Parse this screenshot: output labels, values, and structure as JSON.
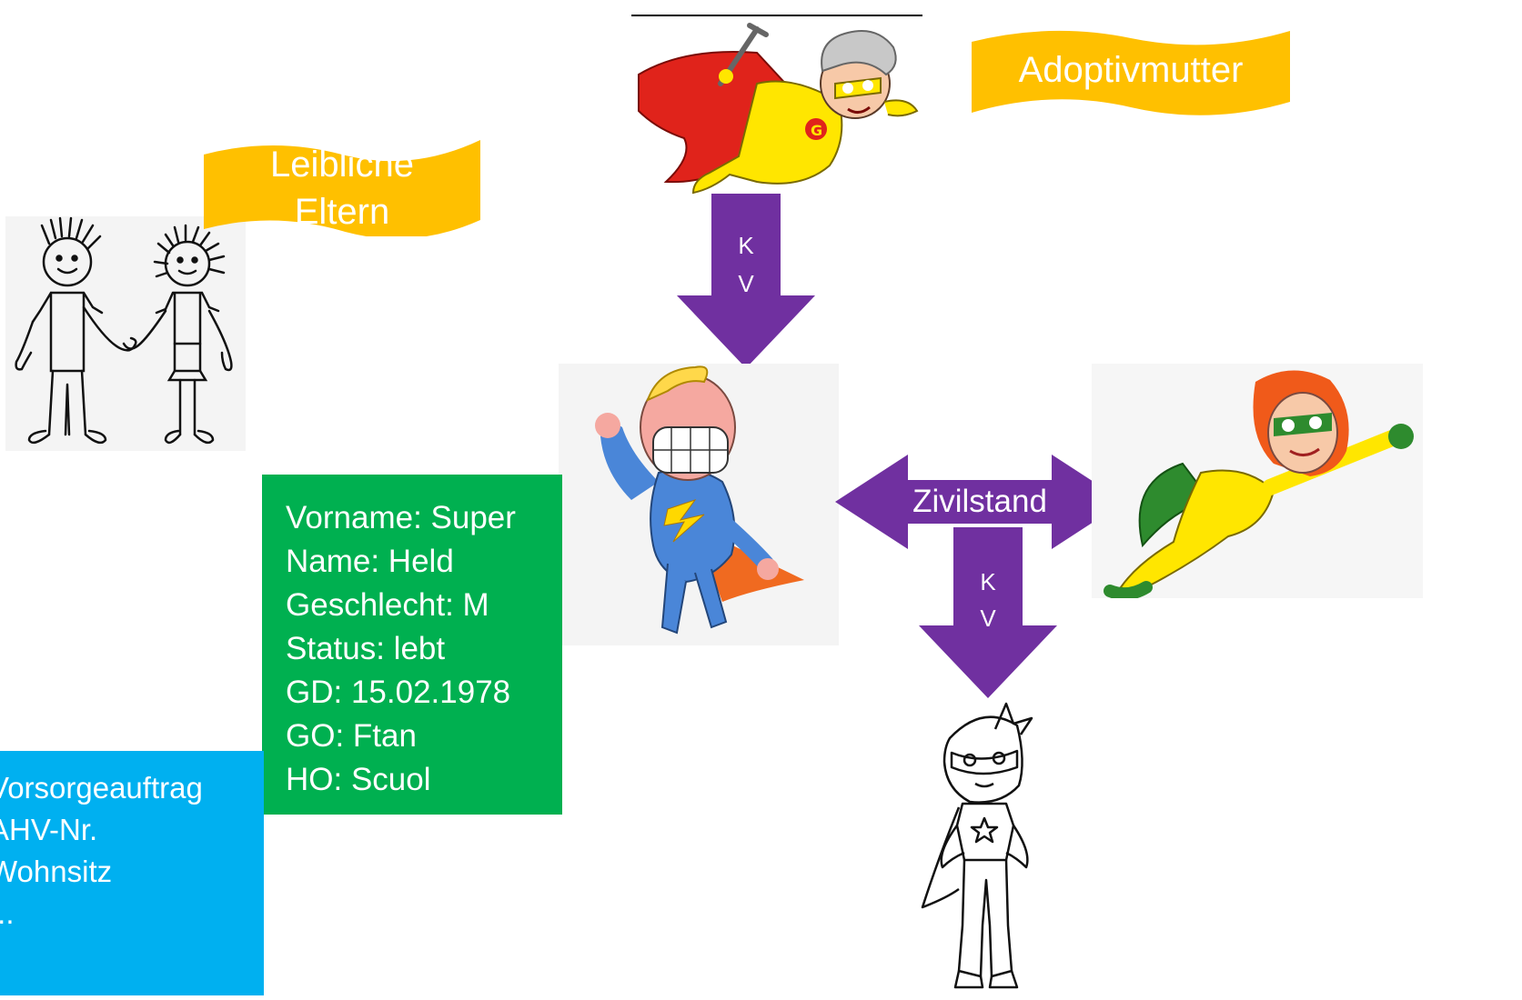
{
  "banners": {
    "leibliche_eltern": [
      "Leibliche",
      "Eltern"
    ],
    "adoptivmutter": "Adoptivmutter"
  },
  "person_box": {
    "lines": [
      "Vorname: Super",
      "Name: Held",
      "Geschlecht: M",
      "Status: lebt",
      "GD: 15.02.1978",
      "GO: Ftan",
      "HO: Scuol"
    ],
    "color": "#00b050"
  },
  "extra_box": {
    "lines": [
      "Vorsorgeauftrag",
      "AHV-Nr.",
      "Wohnsitz",
      "..."
    ],
    "color": "#00b0f0"
  },
  "arrows": {
    "adoption": [
      "K",
      "V"
    ],
    "zivilstand": "Zivilstand",
    "child": [
      "K",
      "V"
    ],
    "color": "#7030a0"
  },
  "banner_color": "#ffc000",
  "icons": [
    "stick-figure-couple-icon",
    "superhero-grandma-icon",
    "superhero-man-icon",
    "superheroine-icon",
    "superhero-girl-icon"
  ]
}
